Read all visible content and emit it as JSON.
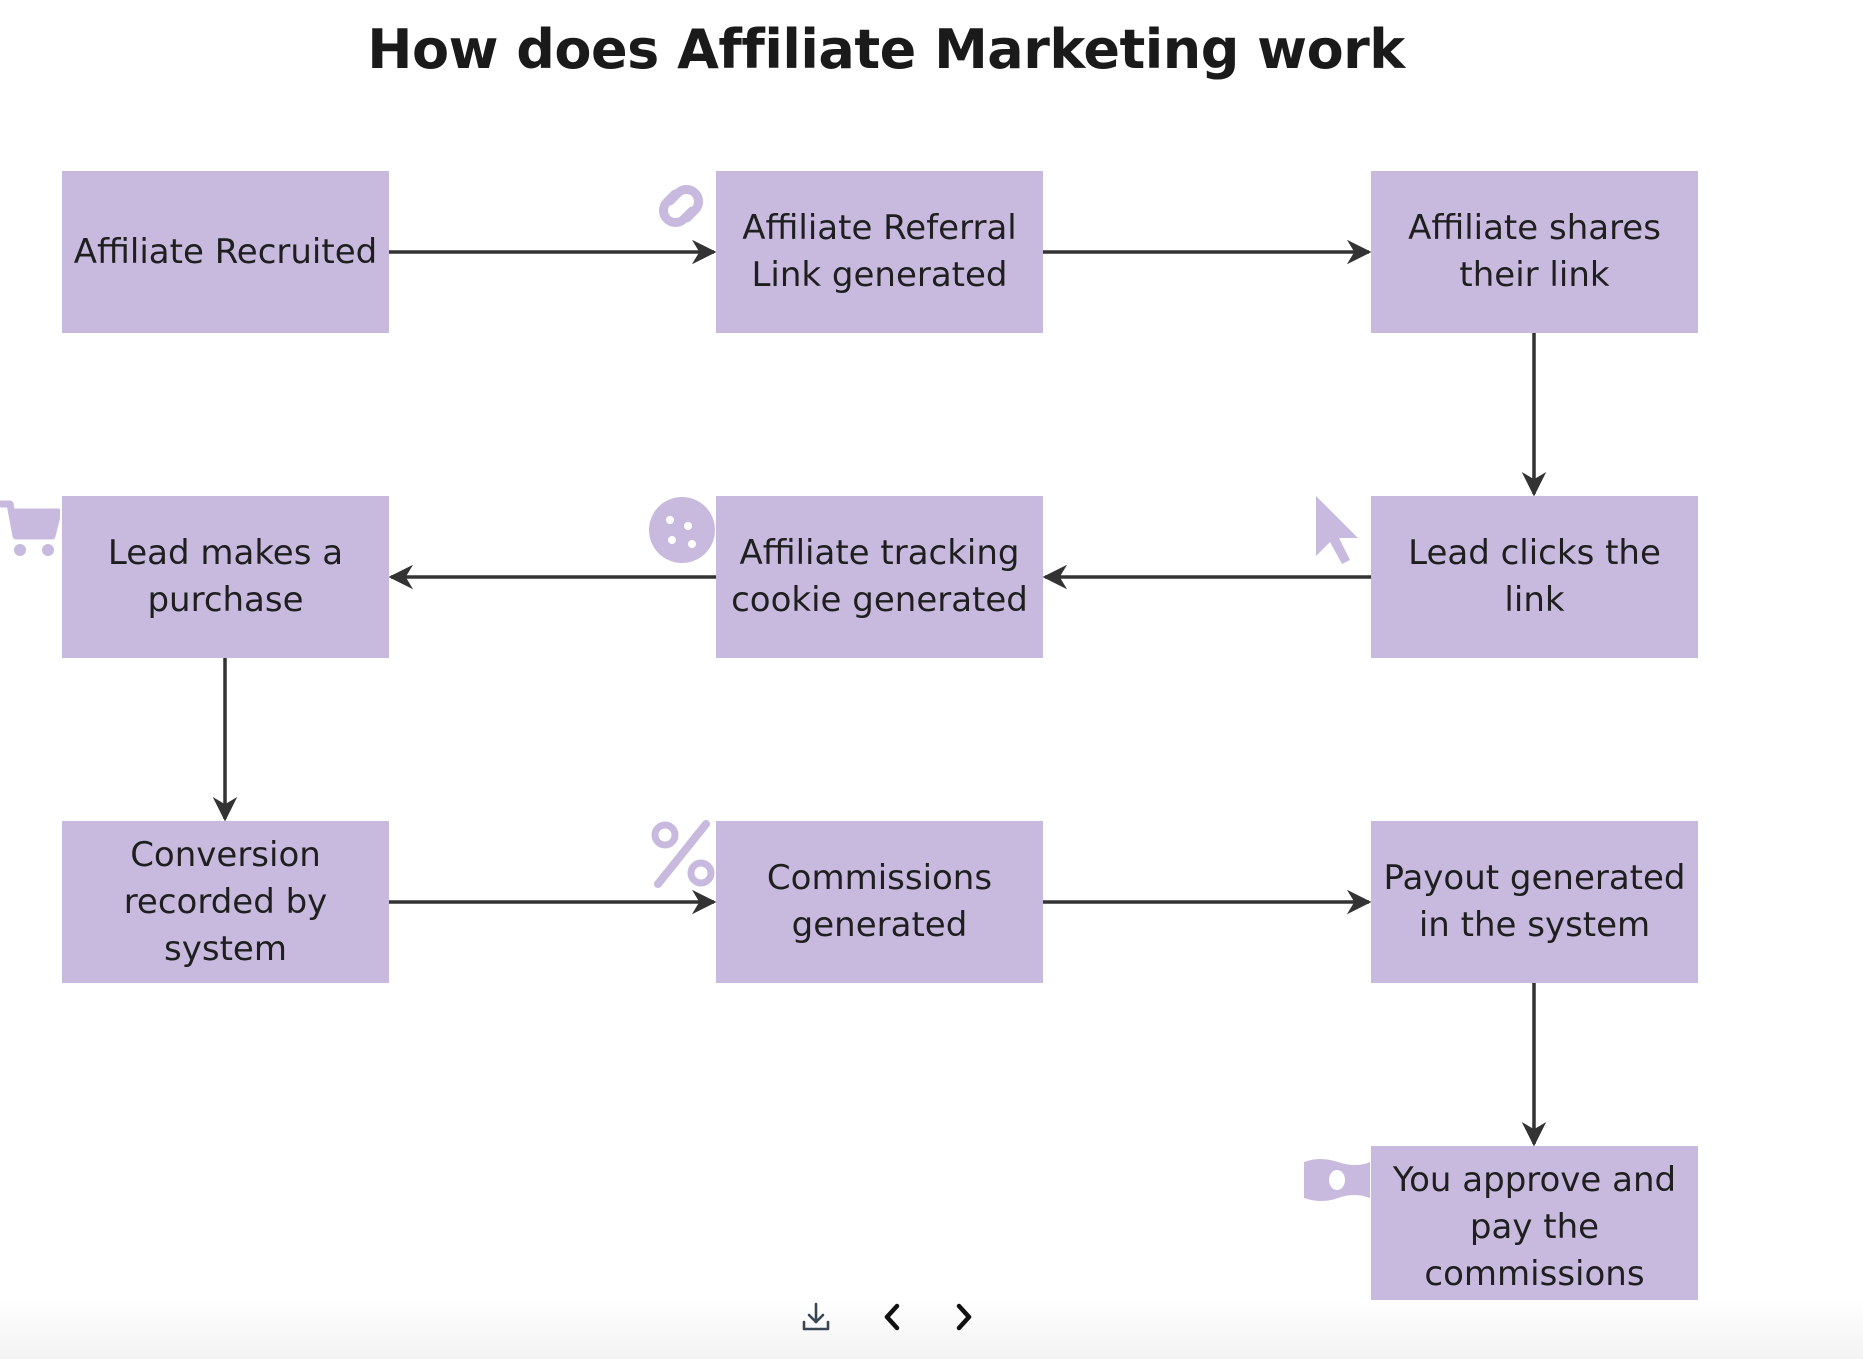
{
  "title": "How does Affiliate Marketing work",
  "steps": [
    {
      "id": "b1",
      "label": "Affiliate Recruited"
    },
    {
      "id": "b2",
      "label": "Affiliate Referral\nLink generated"
    },
    {
      "id": "b3",
      "label": "Affiliate shares\ntheir link"
    },
    {
      "id": "b4",
      "label": "Lead clicks the link"
    },
    {
      "id": "b5",
      "label": "Affiliate tracking\ncookie generated"
    },
    {
      "id": "b6",
      "label": "Lead makes a\npurchase"
    },
    {
      "id": "b7",
      "label": "Conversion\nrecorded by system"
    },
    {
      "id": "b8",
      "label": "Commissions\ngenerated"
    },
    {
      "id": "b9",
      "label": "Payout generated\nin the system"
    },
    {
      "id": "b10",
      "label": "You approve and\npay the\ncommissions"
    }
  ],
  "icons": [
    "link-icon",
    "pointer-cursor-icon",
    "cookie-icon",
    "shopping-cart-icon",
    "percent-icon",
    "money-bill-icon"
  ],
  "controls": [
    "download-icon",
    "previous-icon",
    "next-icon"
  ],
  "colors": {
    "box": "#c8badf",
    "icon": "#c8badf",
    "arrow": "#333333"
  }
}
